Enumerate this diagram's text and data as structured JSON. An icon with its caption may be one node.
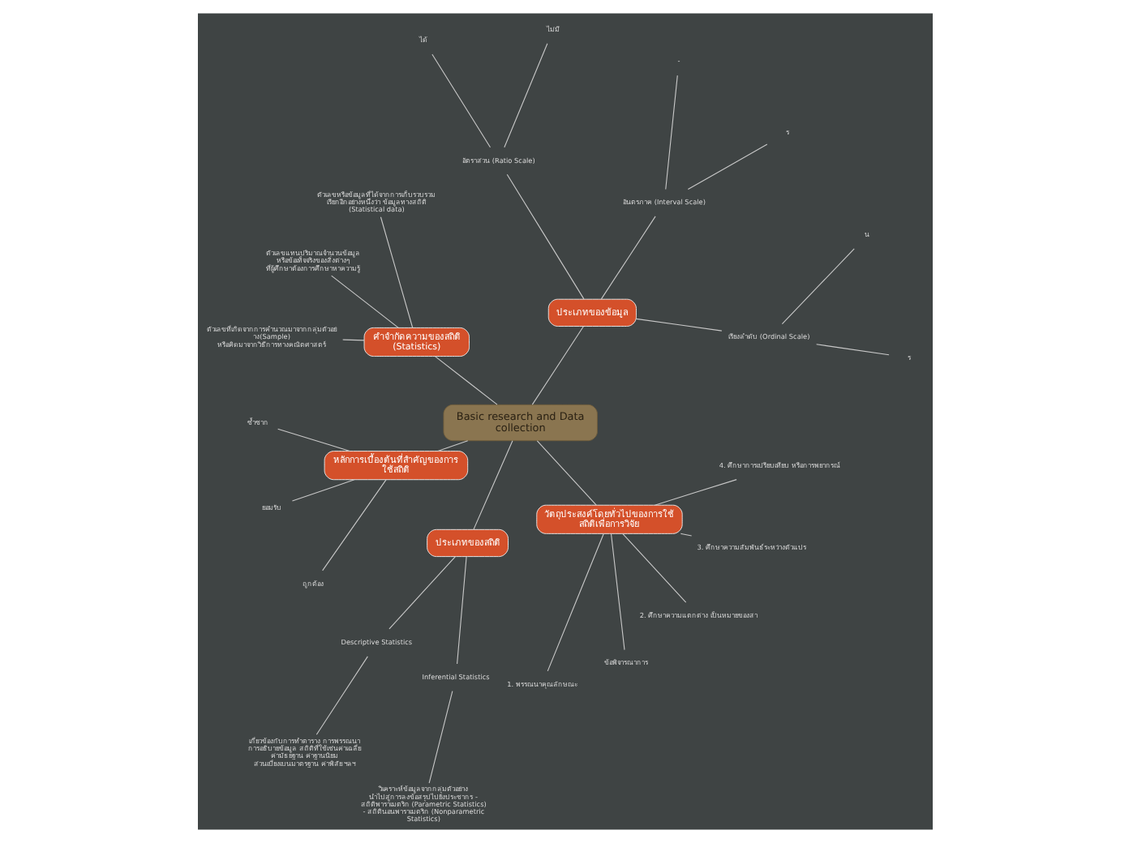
{
  "diagram": {
    "nodes": [
      {
        "text": [
          "Basic research and Data collection"
        ]
      },
      {
        "text": [
          "ประเภทของข้อมูล"
        ]
      },
      {
        "text": [
          "เรียงลำดับ (Ordinal Scale)"
        ]
      },
      {
        "text": [
          "ร"
        ]
      },
      {
        "text": [
          "น"
        ]
      },
      {
        "text": [
          "อันตรภาค (Interval Scale)"
        ]
      },
      {
        "text": [
          "ร"
        ]
      },
      {
        "text": [
          "-"
        ]
      },
      {
        "text": [
          "อัตราส่วน (Ratio Scale)"
        ]
      },
      {
        "text": [
          "ไม่มี"
        ]
      },
      {
        "text": [
          "ได้"
        ]
      },
      {
        "text": [
          "คำจำกัดความของสถิติ (Statistics)"
        ]
      },
      {
        "text": [
          "ตัวเลขหรือข้อมูลที่ได้จากการเก็บรวบรวม เรียกอีกอย่างหนึ่งว่า ข้อมูลทางสถิติ (Statistical data)"
        ]
      },
      {
        "text": [
          "ตัวเลขแทนปริมาณจำนวนข้อมูล หรือข้อเท็จจริงของสิ่งต่างๆ ที่ผู้ศึกษาต้องการศึกษาหาความรู้"
        ]
      },
      {
        "text": [
          "ตัวเลขที่เกิดจากการคำนวณมาจากกลุ่มตัวอย่าง(Sample) หรือคิดมาจากวิธีการทางคณิตศาสตร์"
        ]
      },
      {
        "text": [
          "หลักการเบื้องต้นที่สำคัญของการใช้สถิติ"
        ]
      },
      {
        "text": [
          "ซ้ำซาก"
        ]
      },
      {
        "text": [
          "ยอมรับ"
        ]
      },
      {
        "text": [
          "ถูกต้อง"
        ]
      },
      {
        "text": [
          "ประเภทของสถิติ"
        ]
      },
      {
        "text": [
          "Descriptive Statistics"
        ]
      },
      {
        "text": [
          "เกี่ยวข้องกับการทำตาราง การพรรณนา การอธิบายข้อมูล สถิติที่ใช้เช่นค่าเฉลี่ย ค่ามัธยฐาน ค่าฐานนิยม ส่วนเบี่ยงเบนมาตรฐาน ค่าพิสัย ฯลฯ"
        ]
      },
      {
        "text": [
          "Inferential Statistics"
        ]
      },
      {
        "text": [
          "วิเคราะห์ข้อมูลจากกลุ่มตัวอย่าง นำไปสู่การลงข้อสรุปไปยังประชากร - สถิติพาราเมตริก (Parametric Statistics) - สถิตินอนพาราเมตริก (Nonparametric Statistics)"
        ]
      },
      {
        "text": [
          "วัตถุประสงค์โดยทั่วไปของการใช้สถิติเพื่อการวิจัย"
        ]
      },
      {
        "text": [
          "1. พรรณนาคุณลักษณะ"
        ]
      },
      {
        "text": [
          "ข้อพิจารณาการ"
        ]
      },
      {
        "text": [
          "2. ศึกษาความแตกต่าง เป็นหมายของสา"
        ]
      },
      {
        "text": [
          "3. ศึกษาความสัมพันธ์ระหว่างตัวแปร"
        ]
      },
      {
        "text": [
          "4. ศึกษาการเปรียบเทียบ หรือการพยากรณ์"
        ]
      }
    ],
    "edges": [
      {
        "from": 0,
        "to": 1,
        "arrow": "none"
      },
      {
        "from": 1,
        "to": 2,
        "arrow": "none"
      },
      {
        "from": 2,
        "to": 3,
        "arrow": "none"
      },
      {
        "from": 2,
        "to": 4,
        "arrow": "none"
      },
      {
        "from": 1,
        "to": 5,
        "arrow": "none"
      },
      {
        "from": 5,
        "to": 6,
        "arrow": "none"
      },
      {
        "from": 5,
        "to": 7,
        "arrow": "none"
      },
      {
        "from": 1,
        "to": 8,
        "arrow": "none"
      },
      {
        "from": 8,
        "to": 9,
        "arrow": "none"
      },
      {
        "from": 8,
        "to": 10,
        "arrow": "none"
      },
      {
        "from": 0,
        "to": 11,
        "arrow": "none"
      },
      {
        "from": 11,
        "to": 12,
        "arrow": "none"
      },
      {
        "from": 11,
        "to": 13,
        "arrow": "none"
      },
      {
        "from": 11,
        "to": 14,
        "arrow": "none"
      },
      {
        "from": 0,
        "to": 15,
        "arrow": "none"
      },
      {
        "from": 15,
        "to": 16,
        "arrow": "none"
      },
      {
        "from": 15,
        "to": 17,
        "arrow": "none"
      },
      {
        "from": 15,
        "to": 18,
        "arrow": "none"
      },
      {
        "from": 0,
        "to": 19,
        "arrow": "none"
      },
      {
        "from": 19,
        "to": 20,
        "arrow": "none"
      },
      {
        "from": 20,
        "to": 21,
        "arrow": "none"
      },
      {
        "from": 19,
        "to": 22,
        "arrow": "none"
      },
      {
        "from": 22,
        "to": 23,
        "arrow": "none"
      },
      {
        "from": 0,
        "to": 24,
        "arrow": "none"
      },
      {
        "from": 24,
        "to": 25,
        "arrow": "none"
      },
      {
        "from": 24,
        "to": 26,
        "arrow": "none"
      },
      {
        "from": 24,
        "to": 27,
        "arrow": "none"
      },
      {
        "from": 24,
        "to": 28,
        "arrow": "none"
      },
      {
        "from": 24,
        "to": 29,
        "arrow": "none"
      }
    ]
  }
}
